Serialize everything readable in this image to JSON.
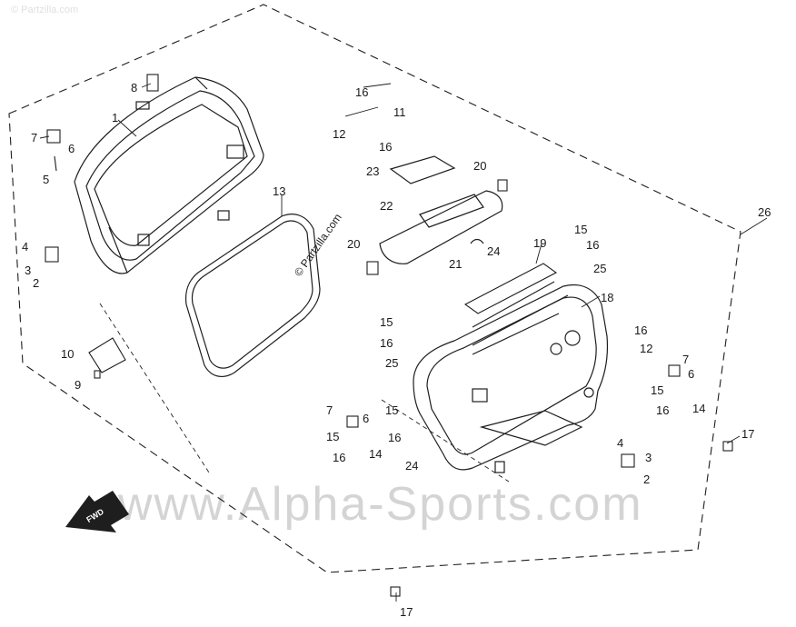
{
  "colors": {
    "line": "#1e1e1e",
    "watermark": "#d4d4d4",
    "background": "#ffffff"
  },
  "watermark_text": "www.Alpha-Sports.com",
  "copyright_text": "© Partzilla.com",
  "corner_watermark": "© Partzilla.com",
  "direction_label": "FWD",
  "callouts": {
    "n1": "1",
    "n2a": "2",
    "n2b": "2",
    "n3a": "3",
    "n3b": "3",
    "n4a": "4",
    "n4b": "4",
    "n5": "5",
    "n6a": "6",
    "n6b": "6",
    "n6c": "6",
    "n7a": "7",
    "n7b": "7",
    "n7c": "7",
    "n8": "8",
    "n9": "9",
    "n10": "10",
    "n11": "11",
    "n12a": "12",
    "n12b": "12",
    "n13": "13",
    "n14a": "14",
    "n14b": "14",
    "n15a": "15",
    "n15b": "15",
    "n15c": "15",
    "n15d": "15",
    "n15e": "15",
    "n16a": "16",
    "n16b": "16",
    "n16c": "16",
    "n16d": "16",
    "n16e": "16",
    "n16f": "16",
    "n16g": "16",
    "n16h": "16",
    "n17a": "17",
    "n17b": "17",
    "n18": "18",
    "n19": "19",
    "n20a": "20",
    "n20b": "20",
    "n21": "21",
    "n22": "22",
    "n23": "23",
    "n24a": "24",
    "n24b": "24",
    "n25a": "25",
    "n25b": "25",
    "n26": "26"
  }
}
